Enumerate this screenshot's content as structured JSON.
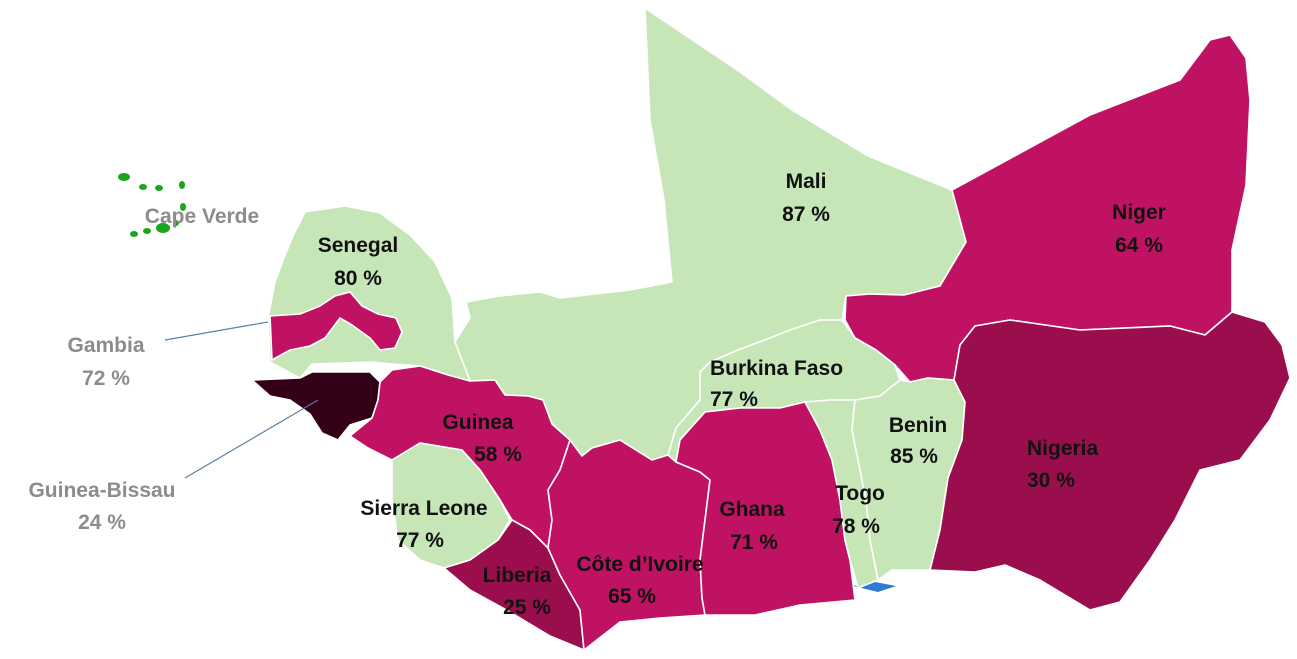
{
  "colors": {
    "light_green": "#c6e6b8",
    "magenta": "#c01262",
    "dark_magenta": "#9a0e4e",
    "very_dark": "#330018",
    "island_green": "#1aa61a",
    "grey_label": "#8c8c8c",
    "dark_label": "#111111"
  },
  "countries": {
    "mali": {
      "name": "Mali",
      "value": "87 %"
    },
    "niger": {
      "name": "Niger",
      "value": "64 %"
    },
    "senegal": {
      "name": "Senegal",
      "value": "80 %"
    },
    "cape_verde": {
      "name": "Cape Verde"
    },
    "gambia": {
      "name": "Gambia",
      "value": "72 %"
    },
    "guinea_bissau": {
      "name": "Guinea-Bissau",
      "value": "24 %"
    },
    "burkina_faso": {
      "name": "Burkina Faso",
      "value": "77 %"
    },
    "guinea": {
      "name": "Guinea",
      "value": "58 %"
    },
    "benin": {
      "name": "Benin",
      "value": "85 %"
    },
    "nigeria": {
      "name": "Nigeria",
      "value": "30 %"
    },
    "sierra_leone": {
      "name": "Sierra Leone",
      "value": "77 %"
    },
    "ghana": {
      "name": "Ghana",
      "value": "71 %"
    },
    "togo": {
      "name": "Togo",
      "value": "78 %"
    },
    "liberia": {
      "name": "Liberia",
      "value": "25 %"
    },
    "cote_divoire": {
      "name": "Côte d’Ivoire",
      "value": "65 %"
    }
  }
}
